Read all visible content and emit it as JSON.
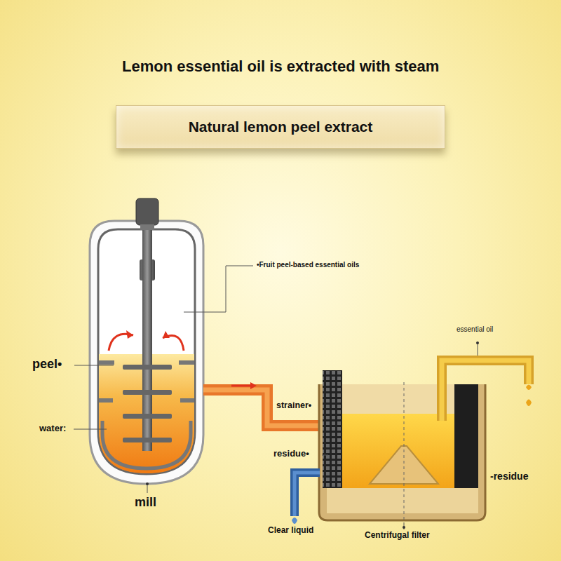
{
  "diagram": {
    "title": "Lemon essential oil is extracted with steam",
    "nodes": [
      {
        "text": [
          "Natural lemon peel extract"
        ]
      }
    ],
    "edges": [],
    "labels": [
      "•Fruit peel-based essential oils",
      "peel•",
      "water:",
      "mill",
      "strainer•",
      "residue•",
      "essential oil",
      "-residue",
      "Clear liquid",
      "Centrifugal filter"
    ]
  }
}
